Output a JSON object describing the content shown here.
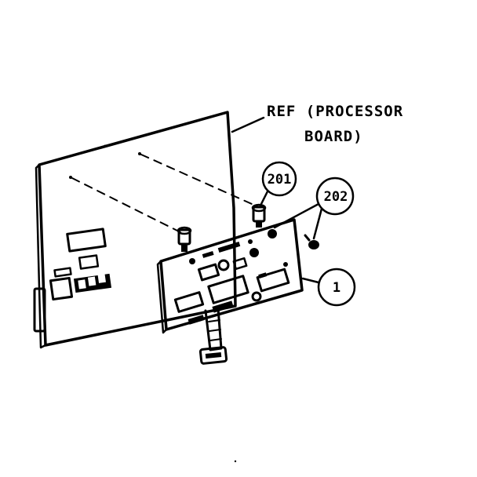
{
  "reference": {
    "line1": "REF (PROCESSOR",
    "line2": "BOARD)"
  },
  "callouts": [
    {
      "id": "201",
      "label": "201"
    },
    {
      "id": "202",
      "label": "202"
    },
    {
      "id": "1",
      "label": "1"
    }
  ],
  "colors": {
    "ink": "#000000",
    "paper": "#ffffff"
  }
}
